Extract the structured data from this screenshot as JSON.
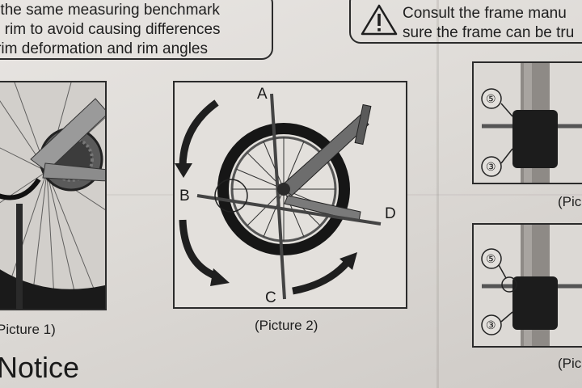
{
  "callout_left": {
    "lines": [
      "ep the same measuring benchmark",
      "the rim to avoid causing differences",
      "m rim deformation and rim angles"
    ]
  },
  "callout_right": {
    "lines": [
      "Consult the frame manu",
      "sure the frame can be tru"
    ]
  },
  "picture1": {
    "caption": "Picture 1)"
  },
  "picture2": {
    "caption": "(Picture 2)",
    "labels": {
      "a": "A",
      "b": "B",
      "c": "C",
      "d": "D"
    }
  },
  "picture3": {
    "caption": "(Pic",
    "callouts": [
      "⑤",
      "③"
    ]
  },
  "picture4": {
    "caption": "(Pic",
    "callouts": [
      "⑤",
      "③"
    ]
  },
  "notice": {
    "title": "Notice"
  },
  "icons": {
    "warning": "warning-triangle-icon"
  }
}
